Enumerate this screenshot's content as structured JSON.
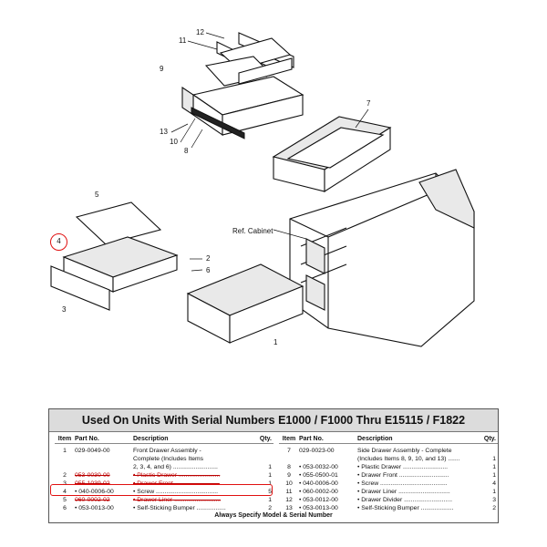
{
  "callouts": {
    "n1": "1",
    "n2": "2",
    "n3": "3",
    "n4": "4",
    "n5": "5",
    "n6": "6",
    "n7": "7",
    "n8": "8",
    "n9": "9",
    "n10": "10",
    "n11": "11",
    "n12": "12",
    "n13": "13"
  },
  "ref_cabinet_label": "Ref. Cabinet",
  "table": {
    "title": "Used On Units With Serial Numbers E1000 / F1000 Thru E15115 / F1822",
    "headers": {
      "item": "Item",
      "part": "Part No.",
      "description": "Description",
      "qty": "Qty."
    },
    "left_rows": [
      {
        "item": "1",
        "part": "029-0049-00",
        "description": "Front Drawer Assembly -",
        "qty": "",
        "struck": false
      },
      {
        "item": "",
        "part": "",
        "description": "Complete (Includes Items",
        "qty": "",
        "struck": false
      },
      {
        "item": "",
        "part": "",
        "description": "2, 3, 4, and 6) ..........................",
        "qty": "1",
        "struck": false
      },
      {
        "item": "2",
        "part": "053-0030-00",
        "description": "• Plastic Drawer ........................",
        "qty": "1",
        "struck": true
      },
      {
        "item": "3",
        "part": "055-1039-02",
        "description": "• Drawer Front ..........................",
        "qty": "1",
        "struck": true
      },
      {
        "item": "4",
        "part": "• 040-0006-00",
        "description": "• Screw ....................................",
        "qty": "5",
        "struck": false
      },
      {
        "item": "5",
        "part": "060-0002-02",
        "description": "• Drawer Liner ...........................",
        "qty": "1",
        "struck": true
      },
      {
        "item": "6",
        "part": "• 053-0013-00",
        "description": "• Self-Sticking Bumper .................",
        "qty": "2",
        "struck": false
      }
    ],
    "right_rows": [
      {
        "item": "7",
        "part": "029-0023-00",
        "description": "Side Drawer Assembly - Complete",
        "qty": ""
      },
      {
        "item": "",
        "part": "",
        "description": "(Includes Items 8, 9, 10, and 13) .......",
        "qty": "1"
      },
      {
        "item": "8",
        "part": "• 053-0032-00",
        "description": "• Plastic Drawer ..........................",
        "qty": "1"
      },
      {
        "item": "9",
        "part": "• 055-0500-01",
        "description": "• Drawer Front .............................",
        "qty": "1"
      },
      {
        "item": "10",
        "part": "• 040-0006-00",
        "description": "• Screw .......................................",
        "qty": "4"
      },
      {
        "item": "11",
        "part": "• 060-0002-00",
        "description": "• Drawer Liner ..............................",
        "qty": "1"
      },
      {
        "item": "12",
        "part": "• 053-0012-00",
        "description": "• Drawer Divider ............................",
        "qty": "3"
      },
      {
        "item": "13",
        "part": "• 053-0013-00",
        "description": "• Self-Sticking Bumper ...................",
        "qty": "2"
      }
    ],
    "footer": "Always Specify Model & Serial Number"
  },
  "colors": {
    "highlight": "#e01010",
    "title_bg": "#dcdcdc",
    "struck": "#b00000"
  }
}
